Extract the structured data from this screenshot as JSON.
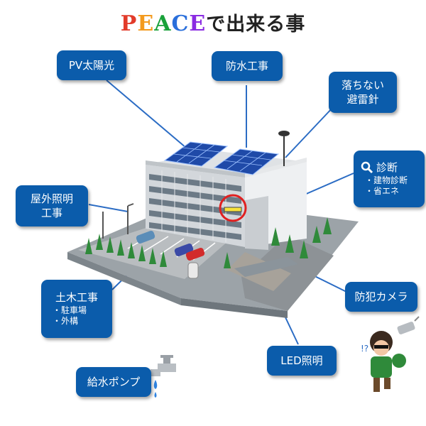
{
  "title": {
    "letters": [
      {
        "ch": "P",
        "color": "#e23b2a"
      },
      {
        "ch": "E",
        "color": "#f39a1e"
      },
      {
        "ch": "A",
        "color": "#19a13a"
      },
      {
        "ch": "C",
        "color": "#2a6fdb"
      },
      {
        "ch": "E",
        "color": "#8a2be2"
      }
    ],
    "rest": "で出来る事"
  },
  "labels": {
    "pv": "PV太陽光",
    "waterproof": "防水工事",
    "lightning": "落ちない\n避雷針",
    "diagnosis": "診断",
    "diagnosis_items": [
      "・建物診断",
      "・省エネ"
    ],
    "outdoor_light": "屋外照明\n工事",
    "civil": "土木工事",
    "civil_items": [
      "・駐車場",
      "・外構"
    ],
    "camera": "防犯カメラ",
    "led": "LED照明",
    "pump": "給水ポンプ"
  },
  "colors": {
    "box": "#0b5cab",
    "line": "#2b6cc4",
    "highlight": "#e02020"
  }
}
